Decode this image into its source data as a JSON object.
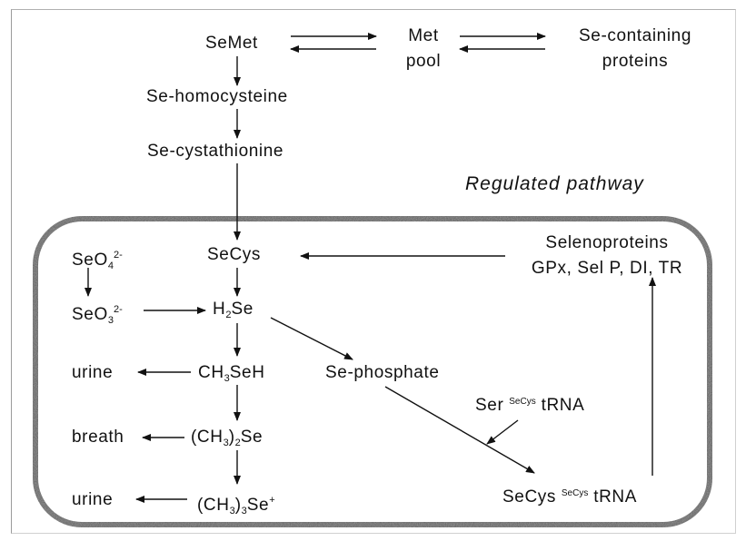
{
  "diagram": {
    "region_label": "Regulated pathway",
    "nodes": {
      "semet": "SeMet",
      "met_pool_line1": "Met",
      "met_pool_line2": "pool",
      "se_proteins_line1": "Se-containing",
      "se_proteins_line2": "proteins",
      "se_homocysteine": "Se-homocysteine",
      "se_cystathionine": "Se-cystathionine",
      "seo4": {
        "base": "SeO",
        "sub": "4",
        "sup": "2-"
      },
      "seo3": {
        "base": "SeO",
        "sub": "3",
        "sup": "2-"
      },
      "secys": "SeCys",
      "h2se": {
        "a": "H",
        "sub": "2",
        "b": "Se"
      },
      "selenoproteins_line1": "Selenoproteins",
      "selenoproteins_line2": "GPx, Sel P, DI, TR",
      "urine1": "urine",
      "ch3seh": {
        "a": "CH",
        "sub": "3",
        "b": "SeH"
      },
      "se_phosphate": "Se-phosphate",
      "ser_trna": {
        "a": "Ser",
        "sup": "SeCys",
        "b": "tRNA"
      },
      "breath": "breath",
      "ch3_2se": {
        "a": "(CH",
        "sub1": "3",
        "b": ")",
        "sub2": "2",
        "c": "Se"
      },
      "urine2": "urine",
      "ch3_3se": {
        "a": "(CH",
        "sub1": "3",
        "b": ")",
        "sub2": "3",
        "c": "Se",
        "sup": "+"
      },
      "secys_trna": {
        "a": "SeCys",
        "sup": "SeCys",
        "b": "tRNA"
      }
    }
  }
}
